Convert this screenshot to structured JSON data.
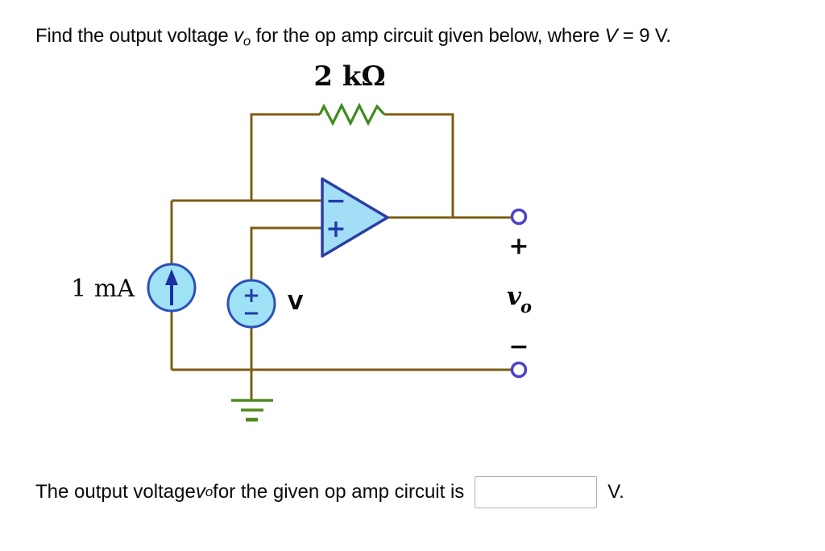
{
  "colors": {
    "text": "#0a0a0a",
    "wire": "#7d5c15",
    "resistor": "#3f8c1e",
    "ground": "#4f8a1f",
    "opamp_fill": "#a4ddf6",
    "opamp_stroke": "#2b3ea6",
    "source_fill": "#a0e2f5",
    "source_stroke": "#2b50bb",
    "symbol": "#1f3daa",
    "arrow": "#1b2fa5",
    "terminal": "#4a43c8",
    "input_border": "#b0b3b6"
  },
  "question": {
    "pre": "Find the output voltage ",
    "var": "v",
    "var_sub": "o",
    "mid": " for the op amp circuit given below, where ",
    "var2": "V",
    "post": " = 9 V."
  },
  "circuit": {
    "resistor_value": "2 kΩ",
    "current_source_value": "1 mA",
    "voltage_source": {
      "label": "V",
      "plus": "+",
      "minus": "−"
    },
    "opamp": {
      "minus": "−",
      "plus": "+"
    },
    "output": {
      "plus": "+",
      "var": "v",
      "var_sub": "o",
      "minus": "−"
    }
  },
  "answer": {
    "pre": "The output voltage ",
    "var": "v",
    "var_sub": "o",
    "post": " for the given op amp circuit is",
    "input_value": "",
    "unit": "V."
  }
}
